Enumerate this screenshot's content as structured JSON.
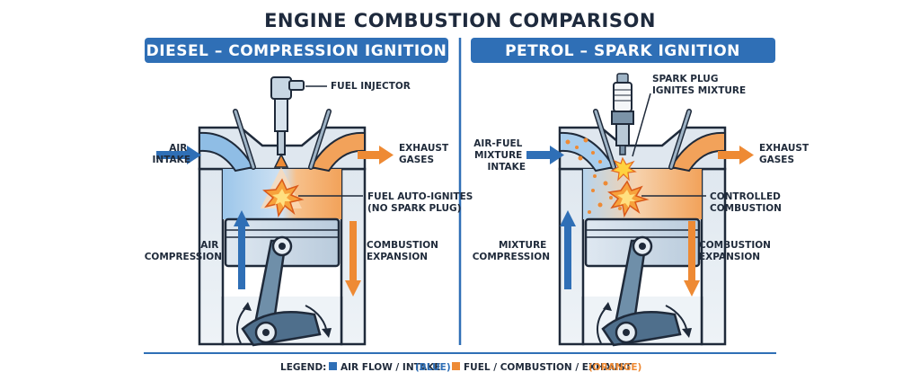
{
  "title": "ENGINE COMBUSTION COMPARISON",
  "colors": {
    "blue": "#2f6fb6",
    "blue_light": "#a9cdec",
    "orange": "#ee8a34",
    "navy": "#1f2a3a",
    "steel": "#6f8fa9"
  },
  "diesel": {
    "header": "DIESEL – COMPRESSION IGNITION",
    "injector": "FUEL INJECTOR",
    "intake": [
      "AIR",
      "INTAKE"
    ],
    "exhaust": [
      "EXHAUST",
      "GASES"
    ],
    "ignite": [
      "FUEL AUTO-IGNITES",
      "(NO SPARK PLUG)"
    ],
    "compression": [
      "AIR",
      "COMPRESSION"
    ],
    "expansion": [
      "COMBUSTION",
      "EXPANSION"
    ]
  },
  "petrol": {
    "header": "PETROL – SPARK IGNITION",
    "spark": [
      "SPARK PLUG",
      "IGNITES MIXTURE"
    ],
    "intake": [
      "AIR-FUEL",
      "MIXTURE",
      "INTAKE"
    ],
    "exhaust": [
      "EXHAUST",
      "GASES"
    ],
    "controlled": [
      "CONTROLLED",
      "COMBUSTION"
    ],
    "compression": [
      "MIXTURE",
      "COMPRESSION"
    ],
    "expansion": [
      "COMBUSTION",
      "EXPANSION"
    ]
  },
  "legend": {
    "prefix": "LEGEND:",
    "blue_label": "AIR FLOW / INTAKE",
    "blue_tag": "(BLUE)",
    "orange_label": "FUEL / COMBUSTION / EXHAUST",
    "orange_tag": "(ORANGE)"
  }
}
